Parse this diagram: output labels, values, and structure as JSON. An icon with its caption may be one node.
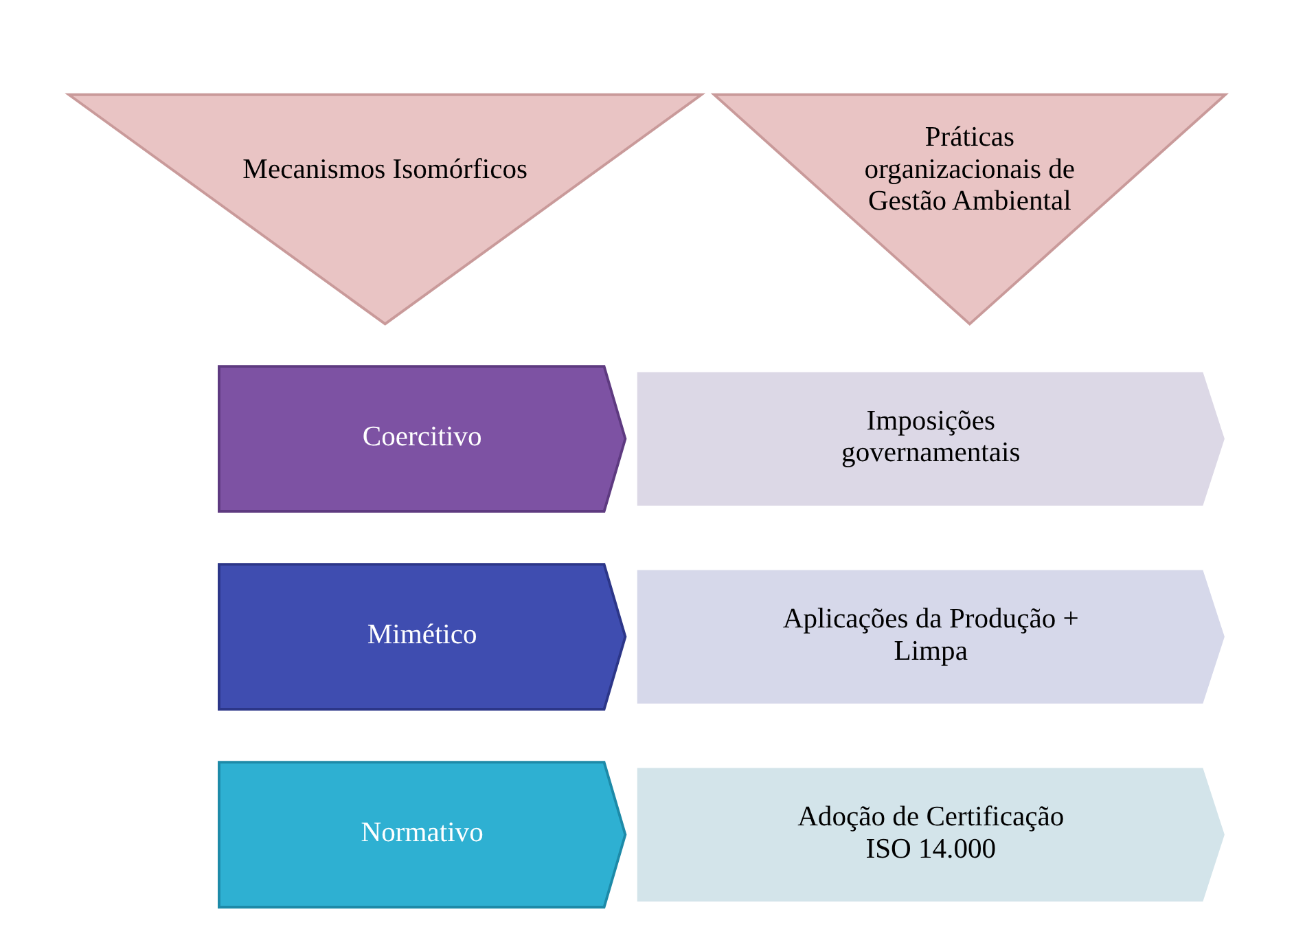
{
  "diagram": {
    "nodes": [
      {
        "text": [
          "Mecanismos Isomórficos"
        ]
      },
      {
        "text": [
          "Práticas organizacionais de Gestão Ambiental"
        ]
      },
      {
        "text": [
          "Coercitivo"
        ]
      },
      {
        "text": [
          "Imposições governamentais"
        ]
      },
      {
        "text": [
          "Mimético"
        ]
      },
      {
        "text": [
          "Aplicações da Produção + Limpa"
        ]
      },
      {
        "text": [
          "Normativo"
        ]
      },
      {
        "text": [
          "Adoção de Certificação ISO 14.000"
        ]
      }
    ]
  }
}
